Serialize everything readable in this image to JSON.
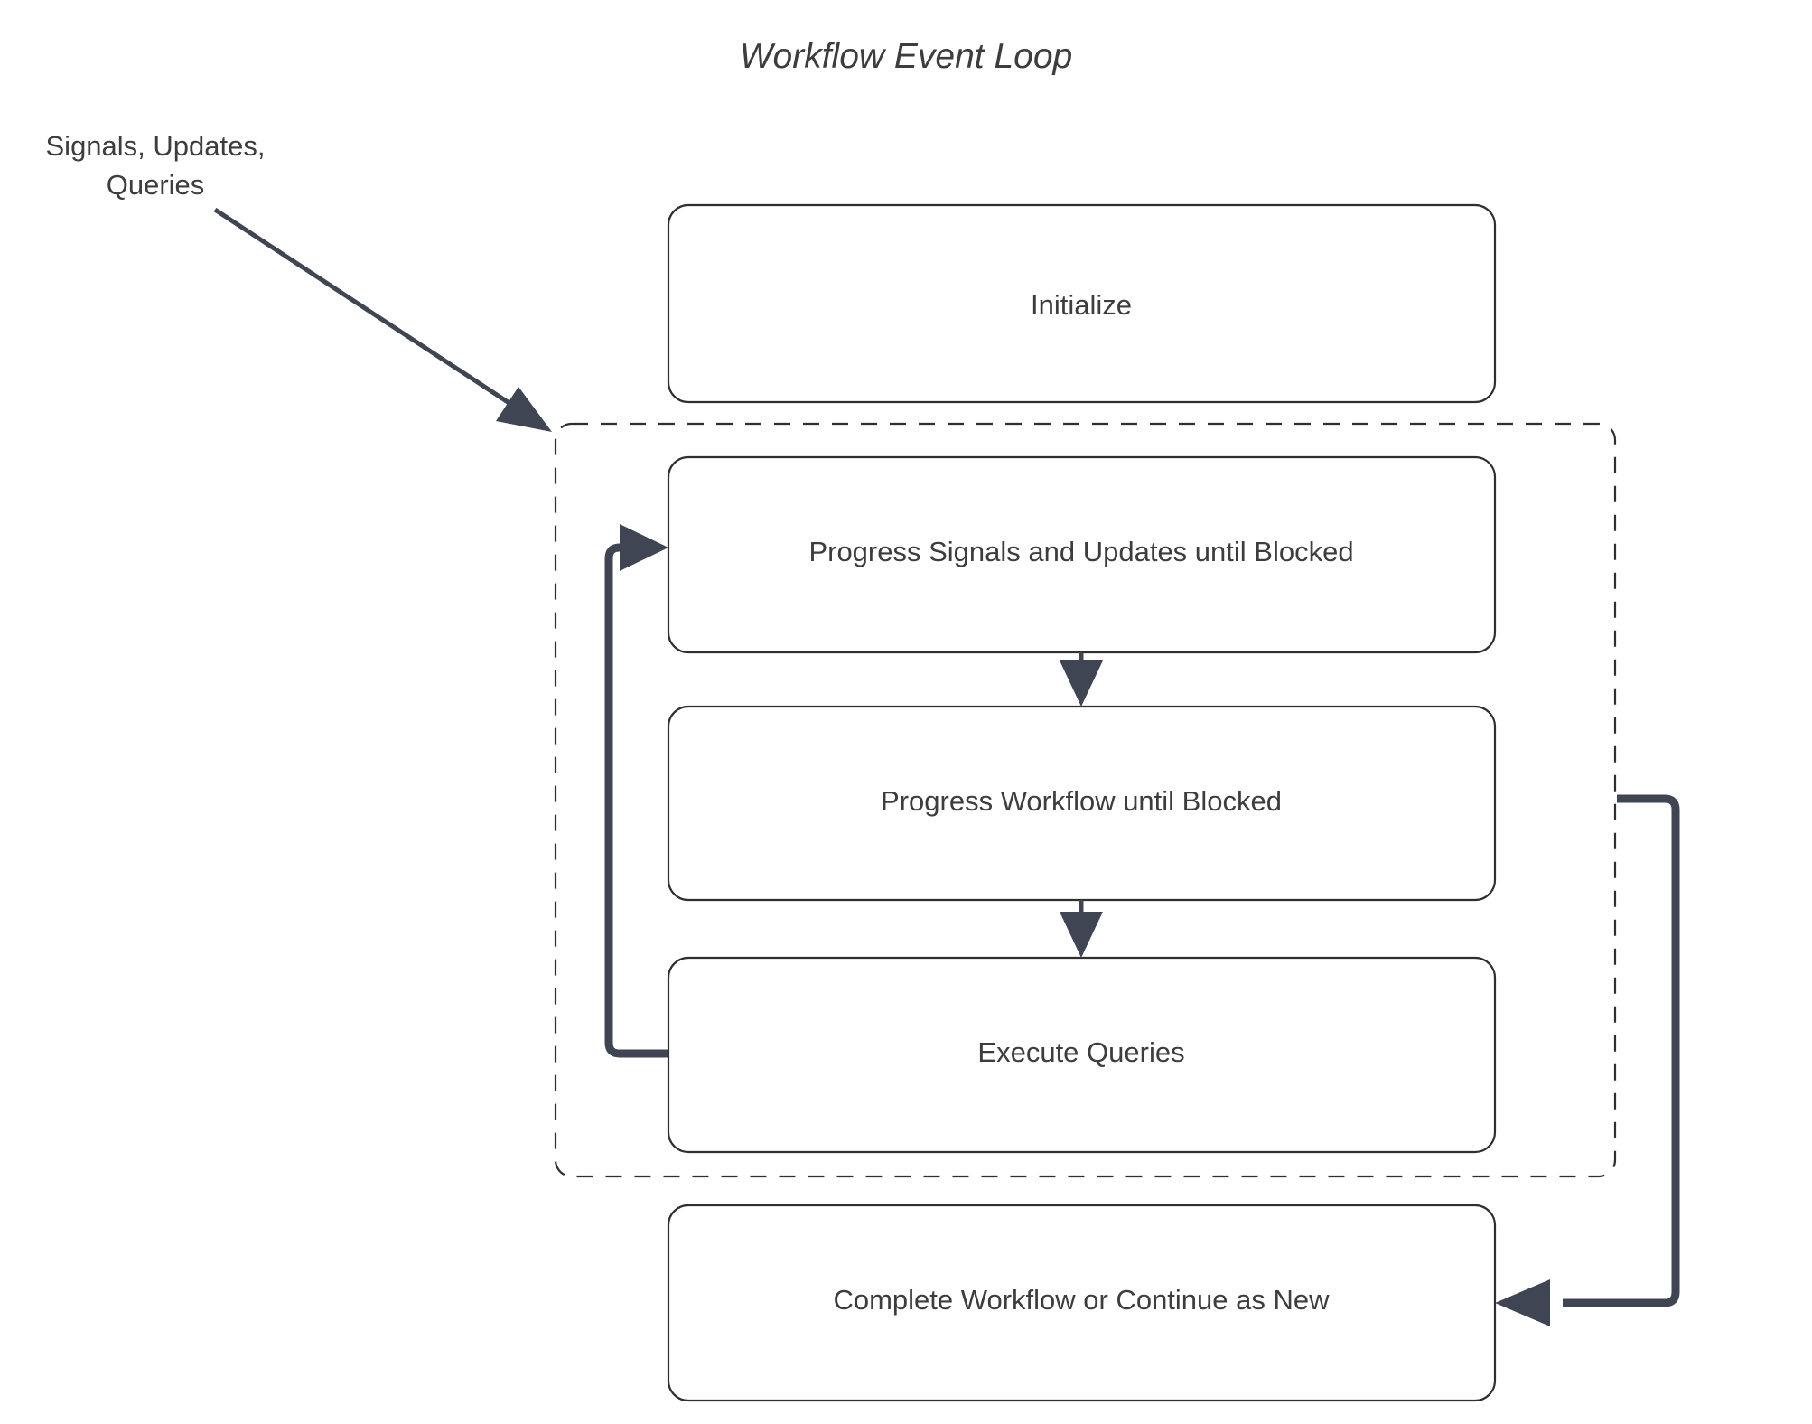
{
  "diagram": {
    "title": "Workflow Event Loop",
    "external_label": {
      "name": "signals-updates-queries",
      "line1": "Signals, Updates,",
      "line2": "Queries"
    },
    "nodes": [
      {
        "id": "initialize",
        "label": "Initialize"
      },
      {
        "id": "progress-signals-updates",
        "label": "Progress Signals and Updates until Blocked"
      },
      {
        "id": "progress-workflow",
        "label": "Progress Workflow until Blocked"
      },
      {
        "id": "execute-queries",
        "label": "Execute Queries"
      },
      {
        "id": "complete-workflow",
        "label": "Complete Workflow or Continue as New"
      }
    ],
    "loop_group": {
      "id": "event-loop-group",
      "style": "dashed"
    },
    "edges": [
      {
        "id": "external-input",
        "from": "signals-updates-queries",
        "to": "event-loop-group",
        "style": "thin-arrow"
      },
      {
        "id": "signals-to-workflow",
        "from": "progress-signals-updates",
        "to": "progress-workflow",
        "style": "thin-arrow"
      },
      {
        "id": "workflow-to-queries",
        "from": "progress-workflow",
        "to": "execute-queries",
        "style": "thin-arrow"
      },
      {
        "id": "queries-loop-back",
        "from": "execute-queries",
        "to": "progress-signals-updates",
        "style": "thick-arrow"
      },
      {
        "id": "loop-exit-to-complete",
        "from": "event-loop-group",
        "to": "complete-workflow",
        "style": "thick-arrow"
      }
    ],
    "colors": {
      "background": "#ffffff",
      "box_stroke": "#2f2f2f",
      "box_fill": "#ffffff",
      "text": "#3d3d3d",
      "edge": "#3f4553"
    }
  }
}
